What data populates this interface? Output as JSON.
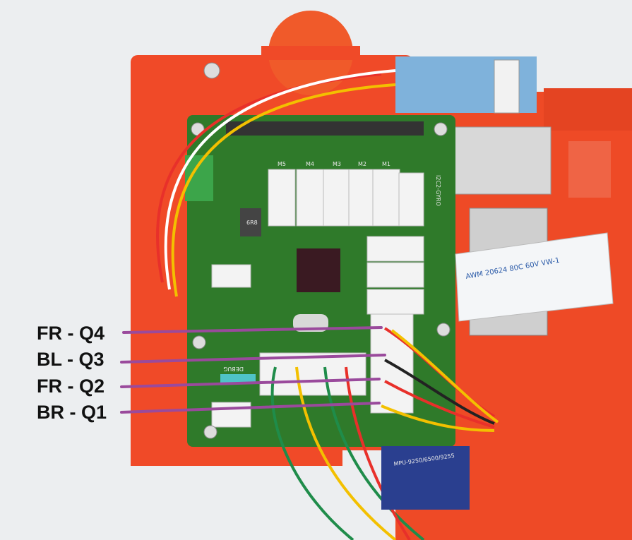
{
  "annotations": [
    {
      "label": "FR - Q4"
    },
    {
      "label": "BL - Q3"
    },
    {
      "label": "FR - Q2"
    },
    {
      "label": "BR - Q1"
    }
  ],
  "board_silkscreen": {
    "gyro_header": "I2C2-GYRO",
    "debug": "DEBUG",
    "inductor": "6R8",
    "imu_module": "MPU-9250/6500/9255",
    "motor_headers": [
      "M5",
      "M4",
      "M3",
      "M2",
      "M1"
    ],
    "ribbon_cable": "AWM 20624 80C 60V VW-1"
  },
  "colors": {
    "annotation_line": "#9a4a9c",
    "frame": "#f04a28",
    "pcb": "#2f7a2a",
    "background": "#eceef0"
  }
}
